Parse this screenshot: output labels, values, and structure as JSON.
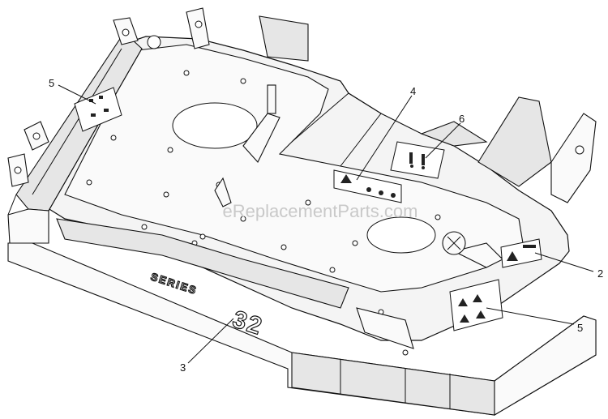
{
  "callouts": [
    {
      "id": "5",
      "label": "5"
    },
    {
      "id": "4",
      "label": "4"
    },
    {
      "id": "6",
      "label": "6"
    },
    {
      "id": "2",
      "label": "2"
    },
    {
      "id": "5b",
      "label": "5"
    },
    {
      "id": "3",
      "label": "3"
    }
  ],
  "watermark": "eReplacementParts.com",
  "deck_badge": {
    "series_text": "SERIES",
    "model_number": "32"
  }
}
